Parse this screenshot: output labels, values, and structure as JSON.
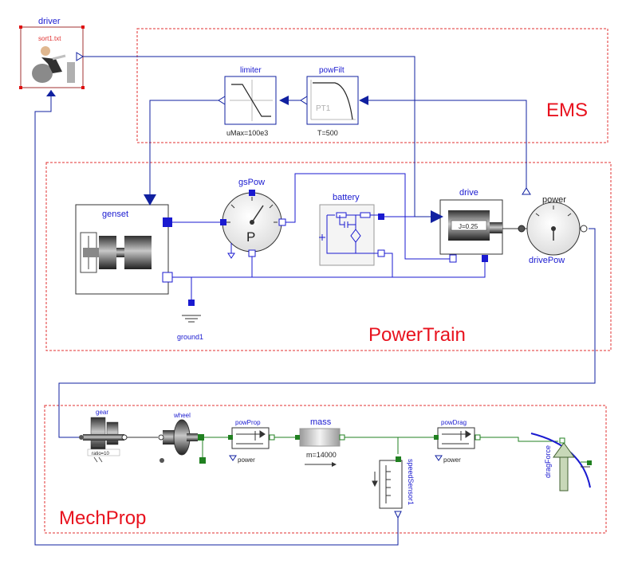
{
  "regions": {
    "ems": "EMS",
    "powertrain": "PowerTrain",
    "mechprop": "MechProp"
  },
  "blocks": {
    "driver": {
      "name": "driver",
      "file": "sort1.txt"
    },
    "limiter": {
      "name": "limiter",
      "param": "uMax=100e3"
    },
    "powFilt": {
      "name": "powFilt",
      "param": "T=500",
      "inner": "PT1"
    },
    "genset": {
      "name": "genset"
    },
    "gsPow": {
      "name": "gsPow",
      "glyph": "P"
    },
    "battery": {
      "name": "battery"
    },
    "drive": {
      "name": "drive",
      "inner": "J=0.25"
    },
    "power": {
      "name": "power",
      "sub": "drivePow"
    },
    "ground": {
      "name": "ground1"
    },
    "gear": {
      "name": "gear",
      "inner": "ratio=10"
    },
    "wheel": {
      "name": "wheel"
    },
    "powProp": {
      "name": "powProp",
      "out": "power"
    },
    "mass": {
      "name": "mass",
      "param": "m=14000"
    },
    "powDrag": {
      "name": "powDrag",
      "out": "power"
    },
    "speedSensor": {
      "name": "speedSensor1"
    },
    "dragForce": {
      "name": "dragForce"
    }
  },
  "colors": {
    "region_border": "#e03030",
    "region_text": "#e8121e",
    "signal": "#1020a0",
    "electric": "#1a1ad0",
    "mech_trans": "#208020",
    "name_text": "#1a1ad0"
  }
}
